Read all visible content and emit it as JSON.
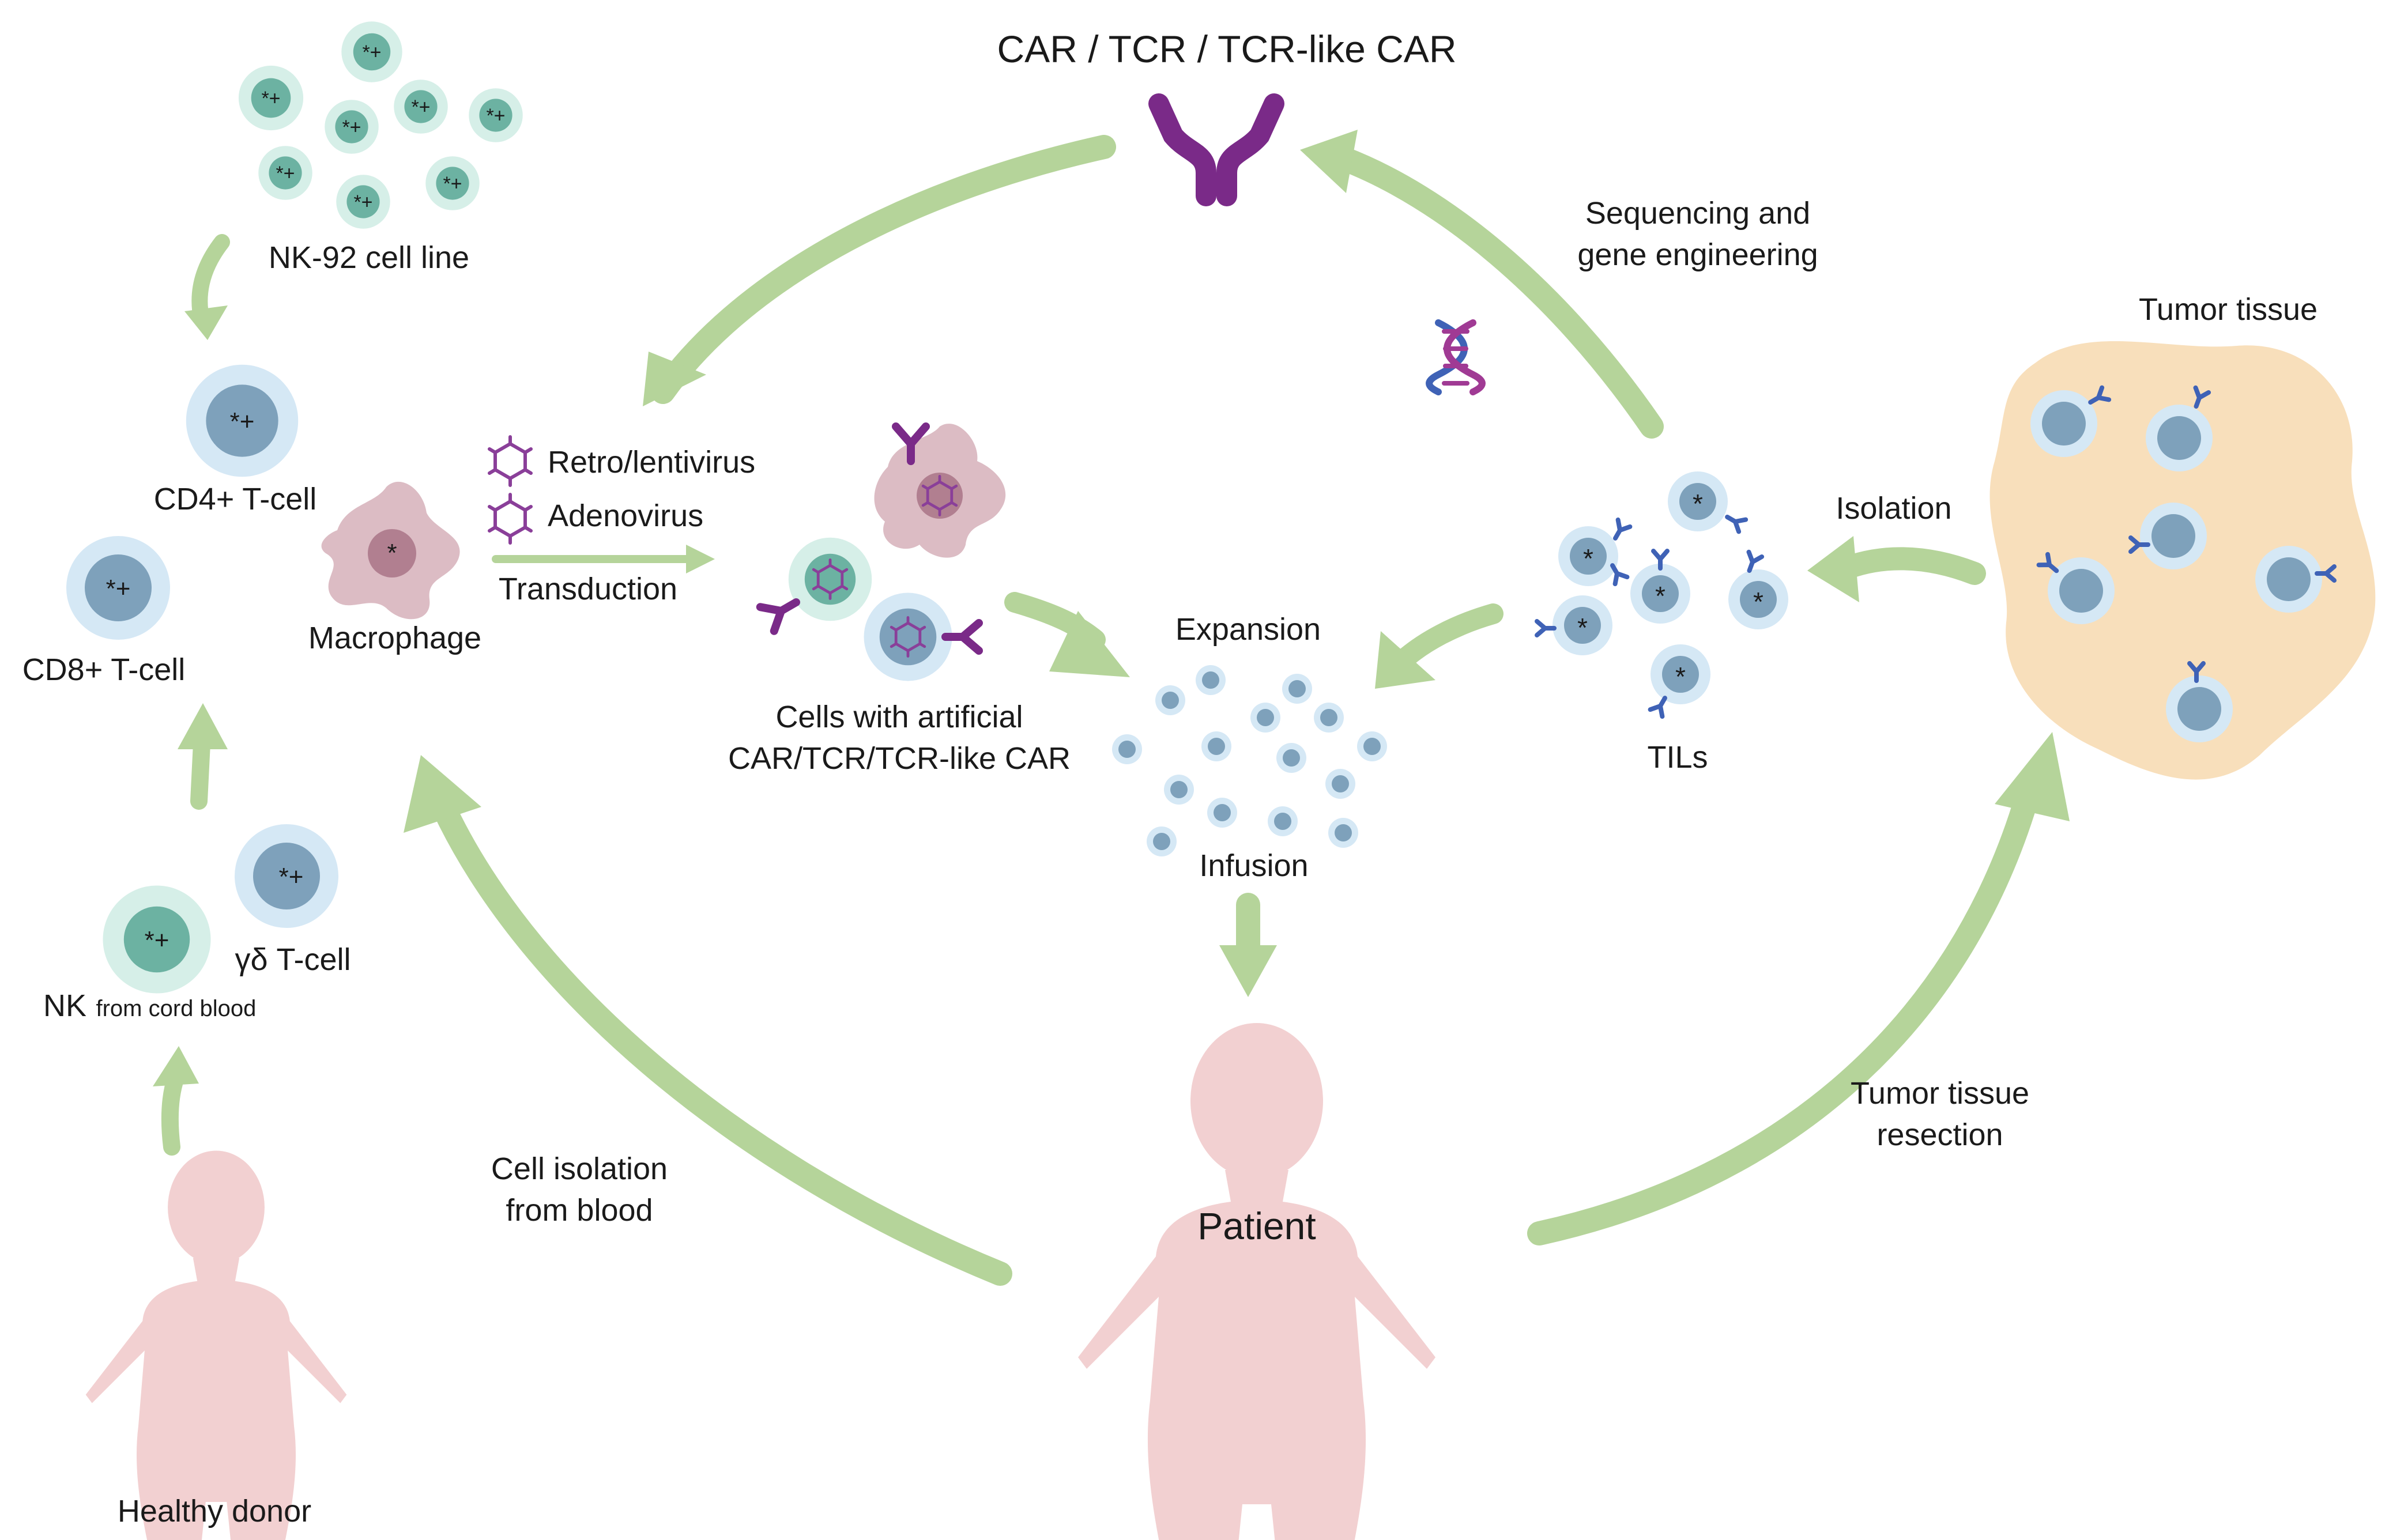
{
  "receptor_label": "CAR / TCR / TCR-like CAR",
  "sources": {
    "nk92": "NK-92 cell line",
    "cd4": "CD4+ T-cell",
    "cd8": "CD8+ T-cell",
    "gd": "γδ T-cell",
    "nk_prefix": "NK",
    "nk_suffix": "from cord blood",
    "macrophage": "Macrophage",
    "healthy_donor": "Healthy donor"
  },
  "vectors": {
    "retro": "Retro/lentivirus",
    "adeno": "Adenovirus",
    "transduction": "Transduction"
  },
  "engineered": {
    "line1": "Cells with artificial",
    "line2": "CAR/TCR/TCR-like CAR"
  },
  "steps": {
    "expansion": "Expansion",
    "infusion": "Infusion",
    "sequencing_line1": "Sequencing and",
    "sequencing_line2": "gene engineering",
    "isolation": "Isolation",
    "tils": "TILs",
    "tumor_tissue": "Tumor tissue",
    "resection_line1": "Tumor tissue",
    "resection_line2": "resection",
    "cell_isolation_line1": "Cell isolation",
    "cell_isolation_line2": "from blood"
  },
  "patient": "Patient",
  "colors": {
    "arrow": "#b5d49a",
    "receptor": "#7a2a88",
    "virus": "#8a3f99",
    "blue_cell": "#7ea1bb",
    "blue_halo": "#cfe4f2",
    "nk_cell": "#6eb3a4",
    "nk_halo": "#d4eee8",
    "person": "#f2d0d1",
    "macrophage": "#dcbcc4",
    "tumor": "#f8dfbb",
    "dna_a": "#3f62b6",
    "dna_b": "#a03a94"
  }
}
